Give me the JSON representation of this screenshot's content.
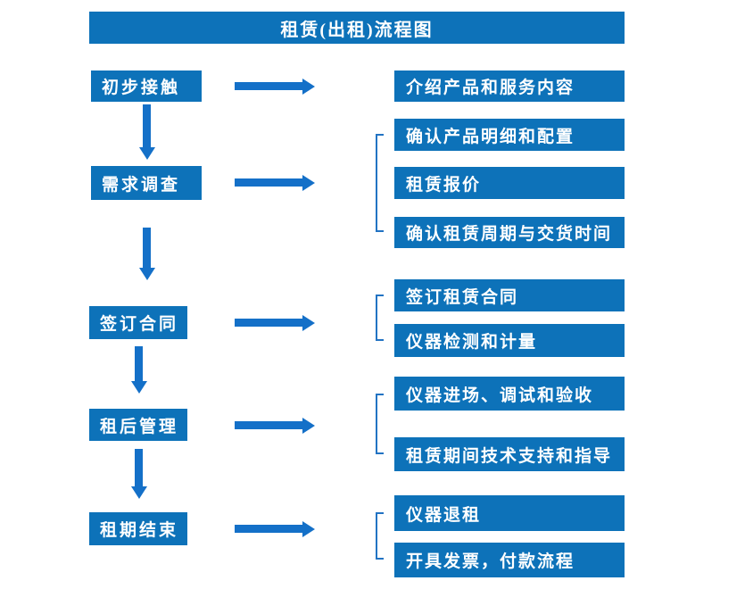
{
  "title": "租赁(出租)流程图",
  "colors": {
    "box_fill": "#0d72b9",
    "arrow": "#1470c8",
    "bracket": "#2273c3",
    "text": "#ffffff",
    "background": "#ffffff"
  },
  "flow": {
    "steps": [
      {
        "label": "初步接触",
        "details": [
          "介绍产品和服务内容"
        ]
      },
      {
        "label": "需求调查",
        "details": [
          "确认产品明细和配置",
          "租赁报价",
          "确认租赁周期与交货时间"
        ]
      },
      {
        "label": "签订合同",
        "details": [
          "签订租赁合同",
          "仪器检测和计量"
        ]
      },
      {
        "label": "租后管理",
        "details": [
          "仪器进场、调试和验收",
          "租赁期间技术支持和指导"
        ]
      },
      {
        "label": "租期结束",
        "details": [
          "仪器退租",
          "开具发票，付款流程"
        ]
      }
    ]
  }
}
